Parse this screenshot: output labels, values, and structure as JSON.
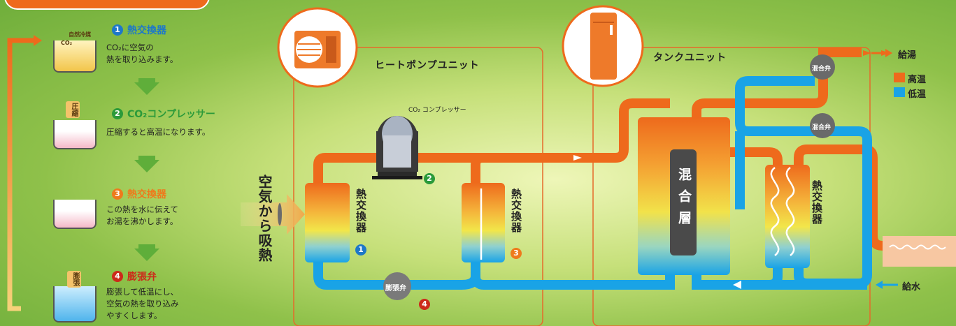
{
  "steps": [
    {
      "num": "1",
      "title": "熱交換器",
      "desc1": "CO₂に空気の",
      "desc2": "熱を取り込みます。",
      "tag": "自然冷媒\nCO₂",
      "color": "#1e78c8"
    },
    {
      "num": "2",
      "title": "CO₂コンプレッサー",
      "desc1": "圧縮すると高温になります。",
      "desc2": "",
      "tag": "圧縮",
      "color": "#2b9a3a"
    },
    {
      "num": "3",
      "title": "熱交換器",
      "desc1": "この熱を水に伝えて",
      "desc2": "お湯を沸かします。",
      "tag": "",
      "color": "#ee7a1c"
    },
    {
      "num": "4",
      "title": "膨張弁",
      "desc1": "膨張して低温にし、",
      "desc2": "空気の熱を取り込み",
      "desc3": "やすくします。",
      "tag": "膨張",
      "color": "#cc2a1a"
    }
  ],
  "heat_pump_unit": {
    "label": "ヒートポンプユニット"
  },
  "tank_unit": {
    "label": "タンクユニット"
  },
  "air_intake": {
    "label": "空気から吸熱"
  },
  "compressor": {
    "label": "CO₂ コンプレッサー",
    "num": "2"
  },
  "hx1": {
    "label": "熱交換器",
    "num": "1"
  },
  "hx3": {
    "label": "熱交換器",
    "num": "3"
  },
  "expansion_valve": {
    "label": "膨張弁",
    "num": "4"
  },
  "mixing_layer": {
    "label": "混合層"
  },
  "tank_hx": {
    "label": "熱交換器"
  },
  "mixing_valves": [
    {
      "label": "混合弁"
    },
    {
      "label": "混合弁"
    }
  ],
  "outlets": {
    "hot_supply": "給湯",
    "water_supply": "給水"
  },
  "legend": {
    "hot": "高温",
    "cold": "低温",
    "hot_color": "#ee6a1c",
    "cold_color": "#19a3e6"
  }
}
